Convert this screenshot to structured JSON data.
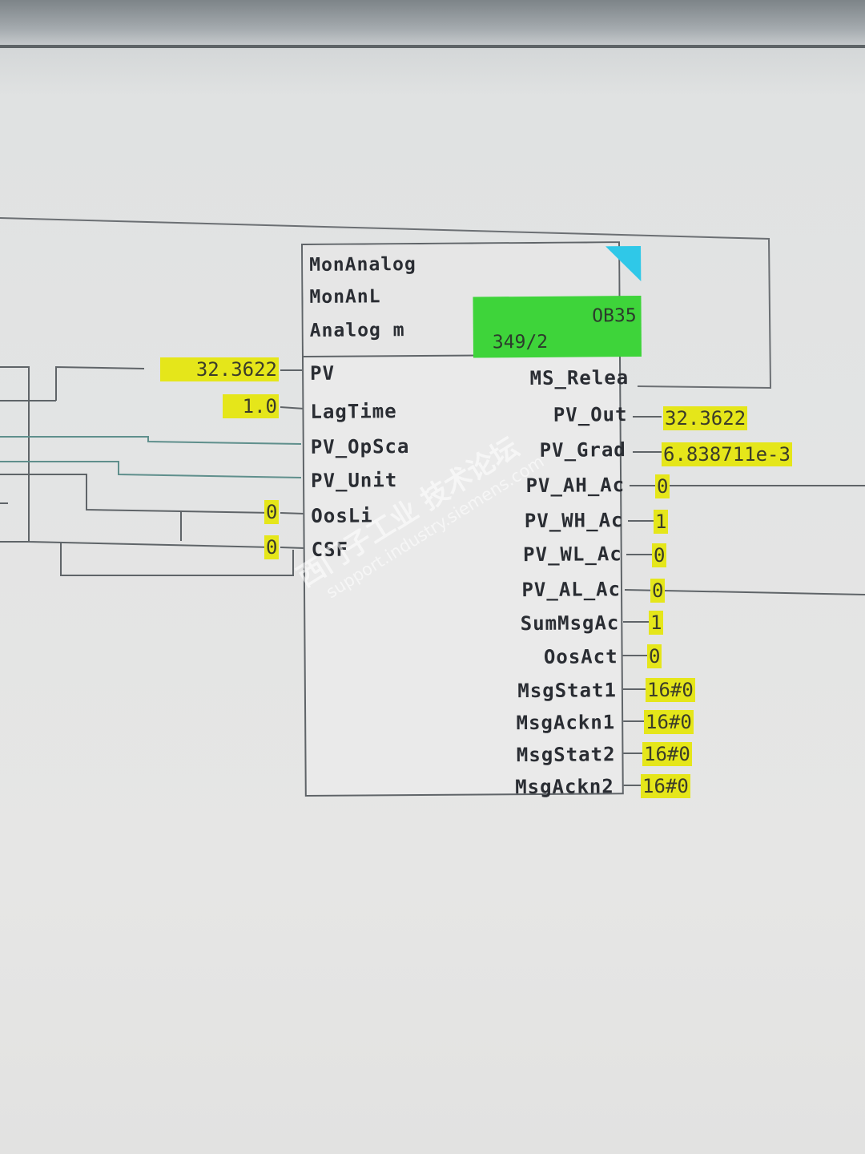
{
  "block": {
    "type_name": "MonAnalog",
    "instance_name": "MonAnL",
    "comment": "Analog m",
    "run_sequence": {
      "ob": "OB35",
      "position": "349/2"
    },
    "status_color": "#3ed43a",
    "corner_color": "#2fc8e8"
  },
  "inputs": [
    {
      "pin": "PV",
      "value": "32.3622"
    },
    {
      "pin": "LagTime",
      "value": "1.0"
    },
    {
      "pin": "PV_OpSca",
      "value": ""
    },
    {
      "pin": "PV_Unit",
      "value": ""
    },
    {
      "pin": "OosLi",
      "value": "0"
    },
    {
      "pin": "CSF",
      "value": "0"
    }
  ],
  "outputs": [
    {
      "pin": "MS_Relea",
      "value": ""
    },
    {
      "pin": "PV_Out",
      "value": "32.3622"
    },
    {
      "pin": "PV_Grad",
      "value": "6.838711e-3"
    },
    {
      "pin": "PV_AH_Ac",
      "value": "0"
    },
    {
      "pin": "PV_WH_Ac",
      "value": "1"
    },
    {
      "pin": "PV_WL_Ac",
      "value": "0"
    },
    {
      "pin": "PV_AL_Ac",
      "value": "0"
    },
    {
      "pin": "SumMsgAc",
      "value": "1"
    },
    {
      "pin": "OosAct",
      "value": "0"
    },
    {
      "pin": "MsgStat1",
      "value": "16#0"
    },
    {
      "pin": "MsgAckn1",
      "value": "16#0"
    },
    {
      "pin": "MsgStat2",
      "value": "16#0"
    },
    {
      "pin": "MsgAckn2",
      "value": "16#0"
    }
  ],
  "watermark": {
    "cn": "西门子工业 技术论坛",
    "url": "support.industry.siemens.com"
  },
  "value_highlight_color": "#e5e61a"
}
